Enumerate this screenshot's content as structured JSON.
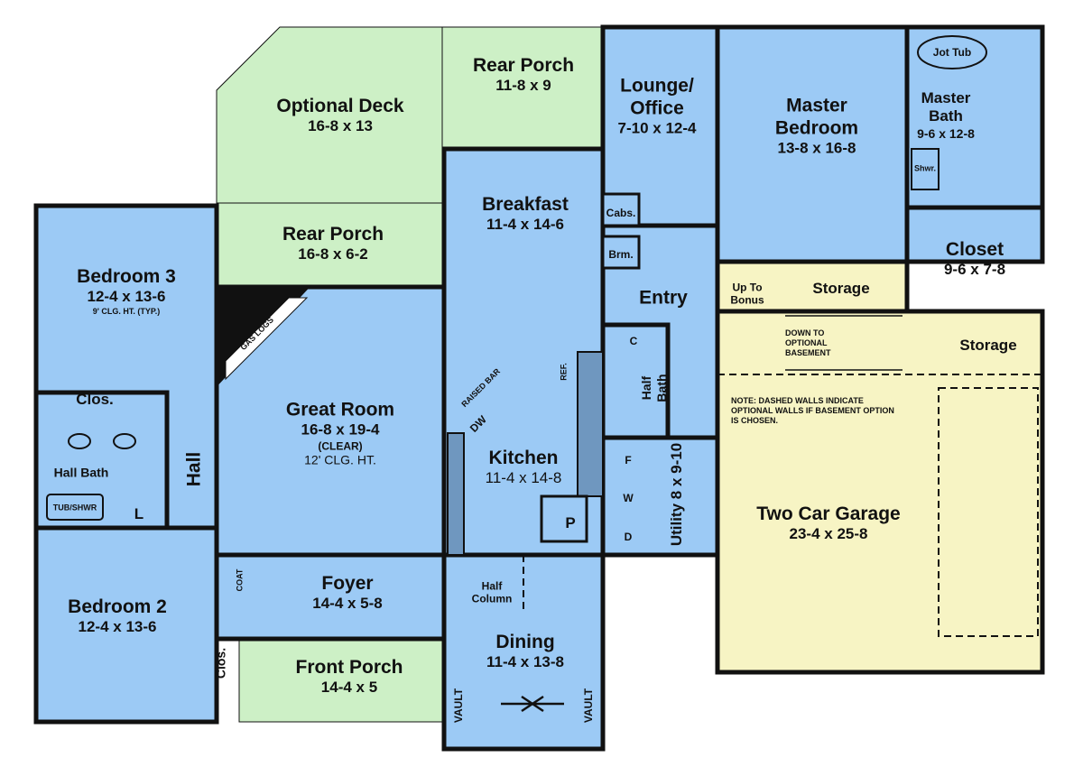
{
  "colors": {
    "living": "#9ccaf5",
    "outdoor": "#cdf0c6",
    "garage": "#f7f4c4",
    "wall": "#111111"
  },
  "rooms": {
    "optional_deck": {
      "name": "Optional Deck",
      "dims": "16-8 x 13"
    },
    "rear_porch_top": {
      "name": "Rear Porch",
      "dims": "11-8 x 9"
    },
    "rear_porch_left": {
      "name": "Rear Porch",
      "dims": "16-8 x 6-2"
    },
    "lounge": {
      "name": "Lounge/ Office",
      "dims": "7-10 x 12-4"
    },
    "master_bedroom": {
      "name": "Master Bedroom",
      "dims": "13-8 x 16-8"
    },
    "master_bath": {
      "name": "Master Bath",
      "dims": "9-6 x 12-8",
      "tub": "Jot Tub",
      "shower": "Shwr."
    },
    "closet": {
      "name": "Closet",
      "dims": "9-6 x 7-8"
    },
    "breakfast": {
      "name": "Breakfast",
      "dims": "11-4 x 14-6"
    },
    "bedroom3": {
      "name": "Bedroom 3",
      "dims": "12-4 x 13-6",
      "note": "9' CLG. HT. (TYP.)"
    },
    "great_room": {
      "name": "Great Room",
      "dims": "16-8 x 19-4",
      "clear": "(CLEAR)",
      "note": "12' CLG. HT.",
      "gas_logs": "GAS LOGS"
    },
    "kitchen": {
      "name": "Kitchen",
      "dims": "11-4 x 14-8",
      "ref": "REF.",
      "dw": "DW",
      "raised_bar": "RAISED BAR",
      "pantry": "P"
    },
    "entry": {
      "name": "Entry"
    },
    "storage_upper": {
      "name": "Storage",
      "stair": "Up To Bonus"
    },
    "storage_lower": {
      "name": "Storage",
      "stair": "DOWN TO OPTIONAL BASEMENT"
    },
    "garage": {
      "name": "Two Car Garage",
      "dims": "23-4 x 25-8",
      "note": "NOTE: DASHED WALLS INDICATE OPTIONAL WALLS IF BASEMENT OPTION IS CHOSEN."
    },
    "half_bath": {
      "name": "Half Bath",
      "closet": "C"
    },
    "utility": {
      "name": "Utility",
      "dims": "8 x 9-10",
      "freezer": "F",
      "washer": "W",
      "dryer": "D"
    },
    "hall_bath": {
      "name": "Hall Bath",
      "tub": "TUB/SHWR",
      "linen": "L"
    },
    "clos_bed3": {
      "name": "Clos."
    },
    "hall": {
      "name": "Hall"
    },
    "bedroom2": {
      "name": "Bedroom 2",
      "dims": "12-4 x 13-6"
    },
    "clos_bed2": {
      "name": "Clos."
    },
    "coat": {
      "name": "COAT"
    },
    "foyer": {
      "name": "Foyer",
      "dims": "14-4 x 5-8"
    },
    "front_porch": {
      "name": "Front Porch",
      "dims": "14-4 x 5"
    },
    "dining": {
      "name": "Dining",
      "dims": "11-4 x 13-8",
      "vault_left": "VAULT",
      "vault_right": "VAULT"
    },
    "half_column": {
      "name": "Half Column"
    },
    "cabs": {
      "name": "Cabs."
    },
    "broom": {
      "name": "Brm."
    }
  }
}
